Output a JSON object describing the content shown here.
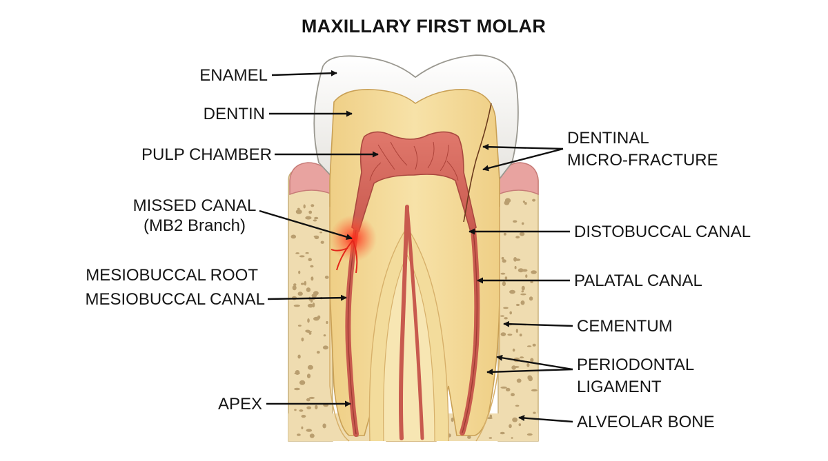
{
  "title": "MAXILLARY FIRST MOLAR",
  "labels": {
    "enamel": "ENAMEL",
    "dentin": "DENTIN",
    "pulp_chamber": "PULP CHAMBER",
    "missed_canal_1": "MISSED CANAL",
    "missed_canal_2": "(MB2 Branch)",
    "mesiobuccal_root": "MESIOBUCCAL ROOT",
    "mesiobuccal_canal": "MESIOBUCCAL CANAL",
    "apex": "APEX",
    "dentinal_1": "DENTINAL",
    "dentinal_2": "MICRO-FRACTURE",
    "distobuccal_canal": "DISTOBUCCAL CANAL",
    "palatal_canal": "PALATAL CANAL",
    "cementum": "CEMENTUM",
    "periodontal_1": "PERIODONTAL",
    "periodontal_2": "LIGAMENT",
    "alveolar_bone": "ALVEOLAR BONE"
  },
  "colors": {
    "enamel": "#f2f1ee",
    "dentin": "#f2d58f",
    "pulp": "#d96a5e",
    "canal": "#c85a4e",
    "bone": "#efdcb0",
    "bone_pore": "#a88a5a",
    "gum": "#e8a3a0",
    "infection": "#ff2a1a"
  }
}
